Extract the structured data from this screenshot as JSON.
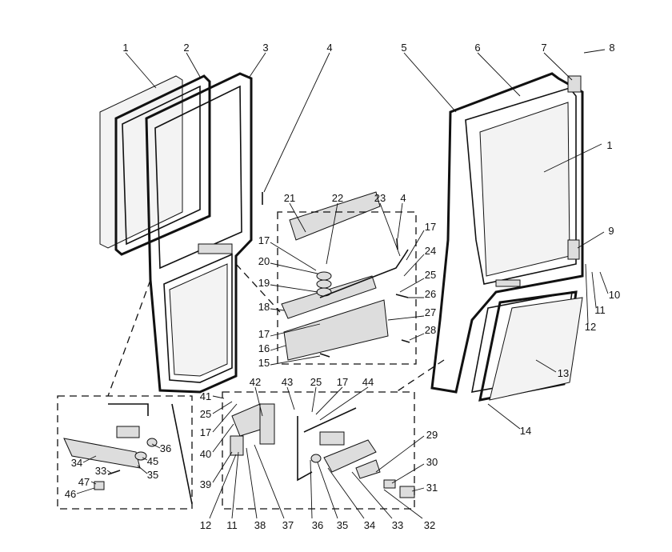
{
  "title": "Cab door exploded parts diagram",
  "callouts": {
    "top": [
      "1",
      "2",
      "3",
      "4",
      "5",
      "6",
      "7",
      "8",
      "1",
      "9",
      "10",
      "11",
      "12",
      "13",
      "14"
    ],
    "middle": [
      "21",
      "22",
      "23",
      "4",
      "17",
      "24",
      "25",
      "26",
      "27",
      "28",
      "17",
      "20",
      "19",
      "18",
      "17",
      "16",
      "15"
    ],
    "bottom": [
      "41",
      "25",
      "17",
      "40",
      "39",
      "42",
      "43",
      "25",
      "17",
      "44",
      "29",
      "30",
      "31",
      "12",
      "11",
      "38",
      "37",
      "36",
      "35",
      "34",
      "33",
      "32"
    ],
    "inset_left": [
      "36",
      "45",
      "35",
      "34",
      "33",
      "47",
      "46"
    ]
  }
}
